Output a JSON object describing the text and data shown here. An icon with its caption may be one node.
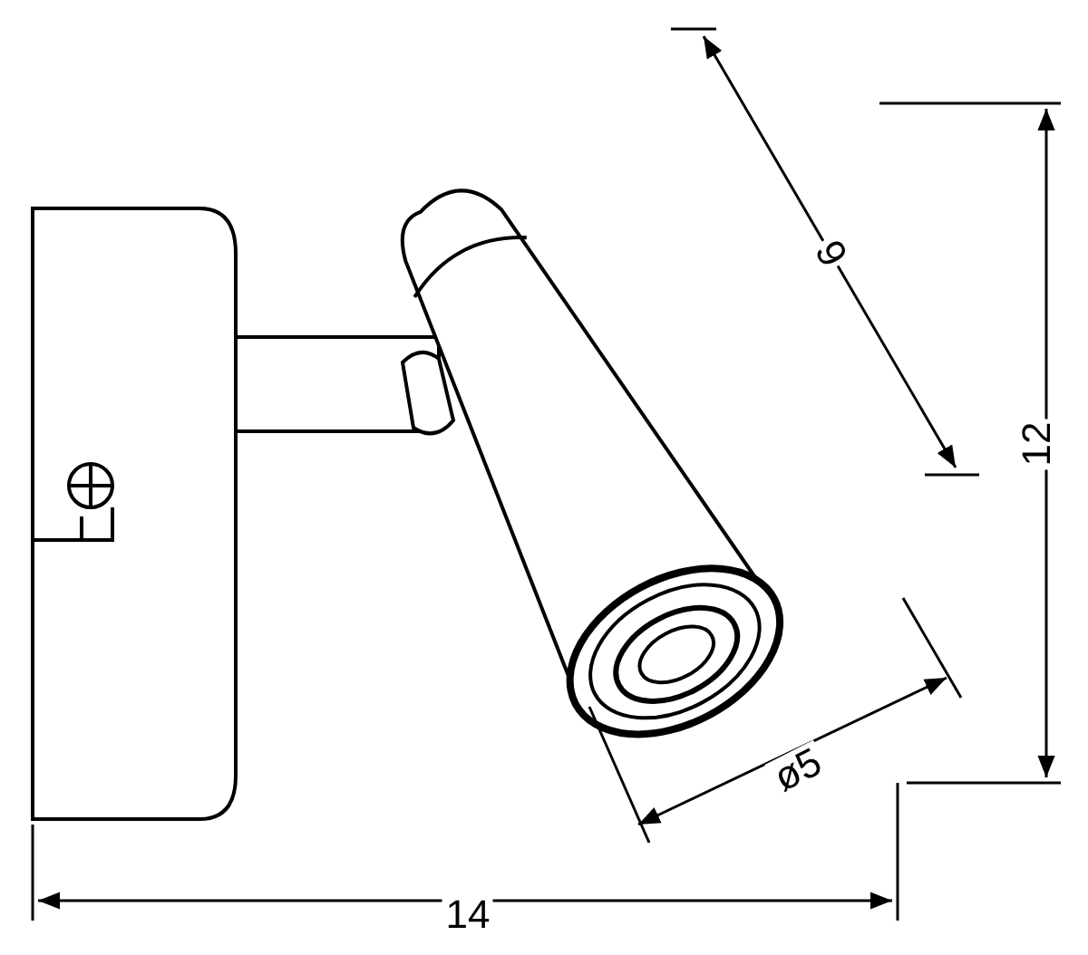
{
  "diagram": {
    "labels": [
      "9",
      "12",
      "ø5",
      "14"
    ]
  }
}
